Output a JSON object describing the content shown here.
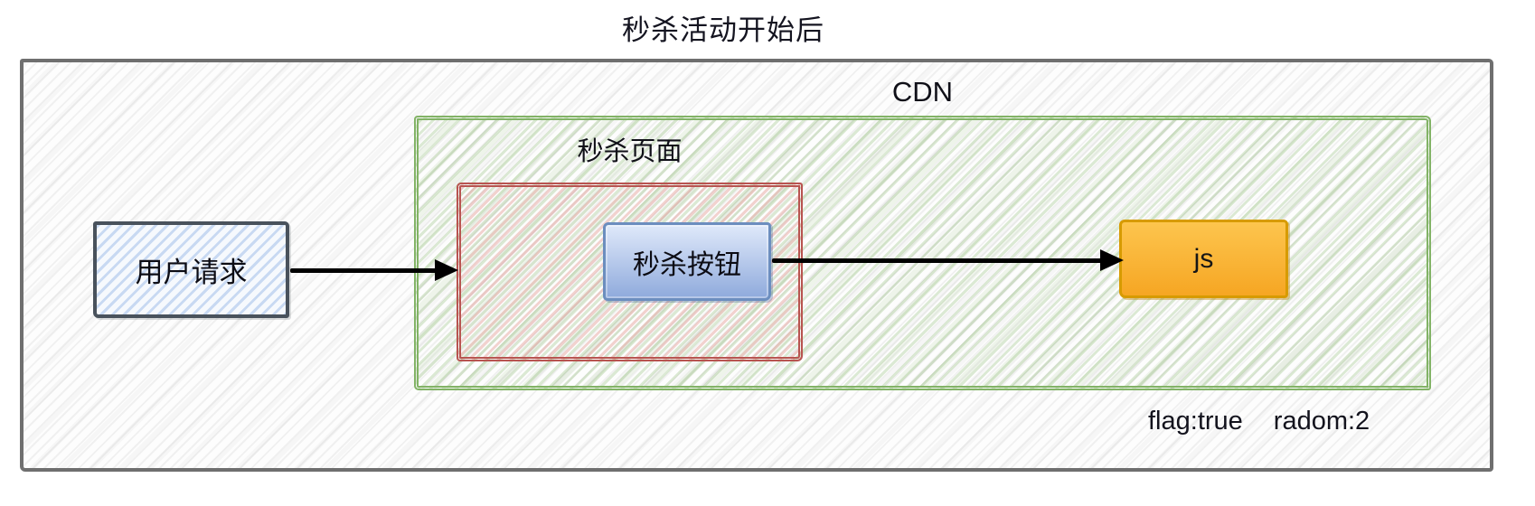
{
  "diagram": {
    "title": "秒杀活动开始后",
    "cdn": {
      "label": "CDN"
    },
    "page": {
      "label": "秒杀页面"
    },
    "nodes": {
      "user_request": "用户请求",
      "seckill_button": "秒杀按钮",
      "js": "js"
    },
    "annotation": {
      "flag": "flag:true",
      "radom": "radom:2"
    },
    "colors": {
      "outer_border": "#6f6f6f",
      "green_border": "#82b366",
      "red_border": "#b85450",
      "user_border": "#49525c",
      "button_border": "#6c8ebf",
      "button_fill_top": "#dfe9fa",
      "button_fill_bottom": "#8faadc",
      "js_border": "#d79b00",
      "js_fill_top": "#fdc54e",
      "js_fill_bottom": "#f6a623",
      "arrow": "#000000"
    }
  }
}
